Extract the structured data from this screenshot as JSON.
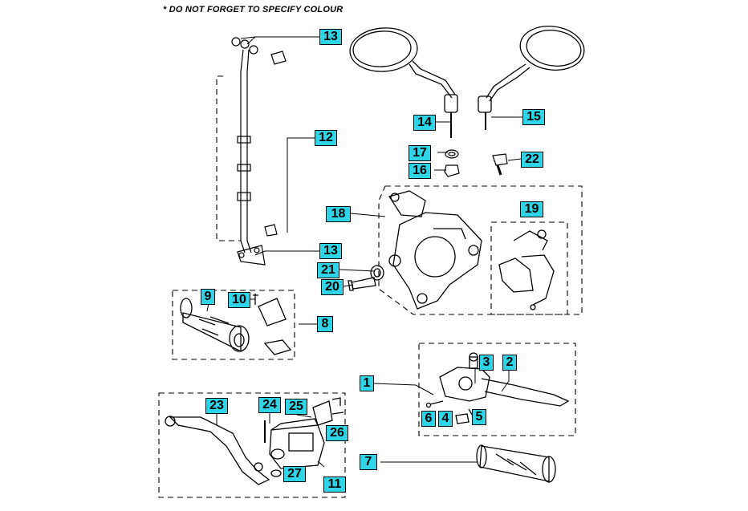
{
  "header_note": "*   DO NOT FORGET TO SPECIFY COLOUR",
  "colors": {
    "callout_fill": "#2fd4e6",
    "line": "#000000",
    "background": "#ffffff"
  },
  "callouts": {
    "c1": "1",
    "c2": "2",
    "c3": "3",
    "c4": "4",
    "c5": "5",
    "c6": "6",
    "c7": "7",
    "c8": "8",
    "c9": "9",
    "c10": "10",
    "c11": "11",
    "c12": "12",
    "c13a": "13",
    "c13b": "13",
    "c14": "14",
    "c15": "15",
    "c16": "16",
    "c17": "17",
    "c18": "18",
    "c19": "19",
    "c20": "20",
    "c21": "21",
    "c22": "22",
    "c23": "23",
    "c24": "24",
    "c25": "25",
    "c26": "26",
    "c27": "27"
  }
}
